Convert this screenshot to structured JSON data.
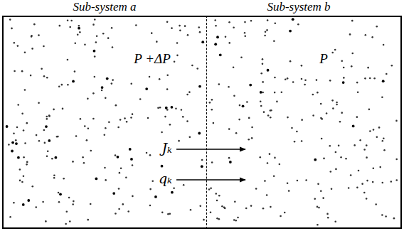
{
  "diagram": {
    "nodes": [
      {
        "text": [
          "Sub-system a",
          "P +ΔP"
        ]
      },
      {
        "text": [
          "Sub-system b",
          "P"
        ]
      }
    ],
    "edges": [
      {
        "from": 0,
        "to": 1,
        "arrow": "to",
        "label": "Jₖ"
      },
      {
        "from": 0,
        "to": 1,
        "arrow": "to",
        "label": "qₖ"
      }
    ]
  }
}
